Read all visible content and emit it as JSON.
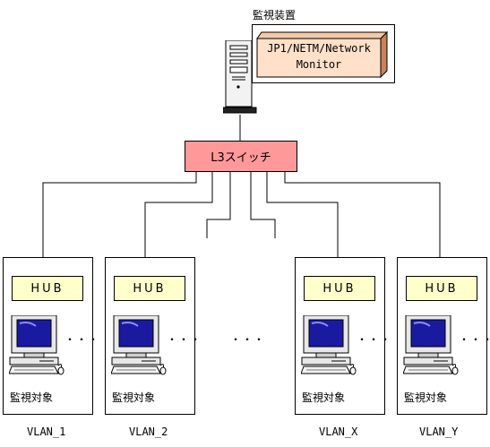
{
  "monitor": {
    "title": "監視装置",
    "product_line1": "JP1/NETM/Network",
    "product_line2": "Monitor"
  },
  "switch": {
    "label": "L3スイッチ"
  },
  "vlans": [
    {
      "hub": "HUB",
      "target": "監視対象",
      "dots": "・・・",
      "name": "VLAN_1"
    },
    {
      "hub": "HUB",
      "target": "監視対象",
      "dots": "・・・",
      "name": "VLAN_2"
    },
    {
      "hub": "HUB",
      "target": "監視対象",
      "dots": "・・・",
      "name": "VLAN_X"
    },
    {
      "hub": "HUB",
      "target": "監視対象",
      "dots": "・・・",
      "name": "VLAN_Y"
    }
  ],
  "middle_dots": "・・・",
  "colors": {
    "switch": "#ff9999",
    "hub": "#ffffcc",
    "product_box": "#ffe0c8",
    "screen": "#1a1aa0"
  }
}
